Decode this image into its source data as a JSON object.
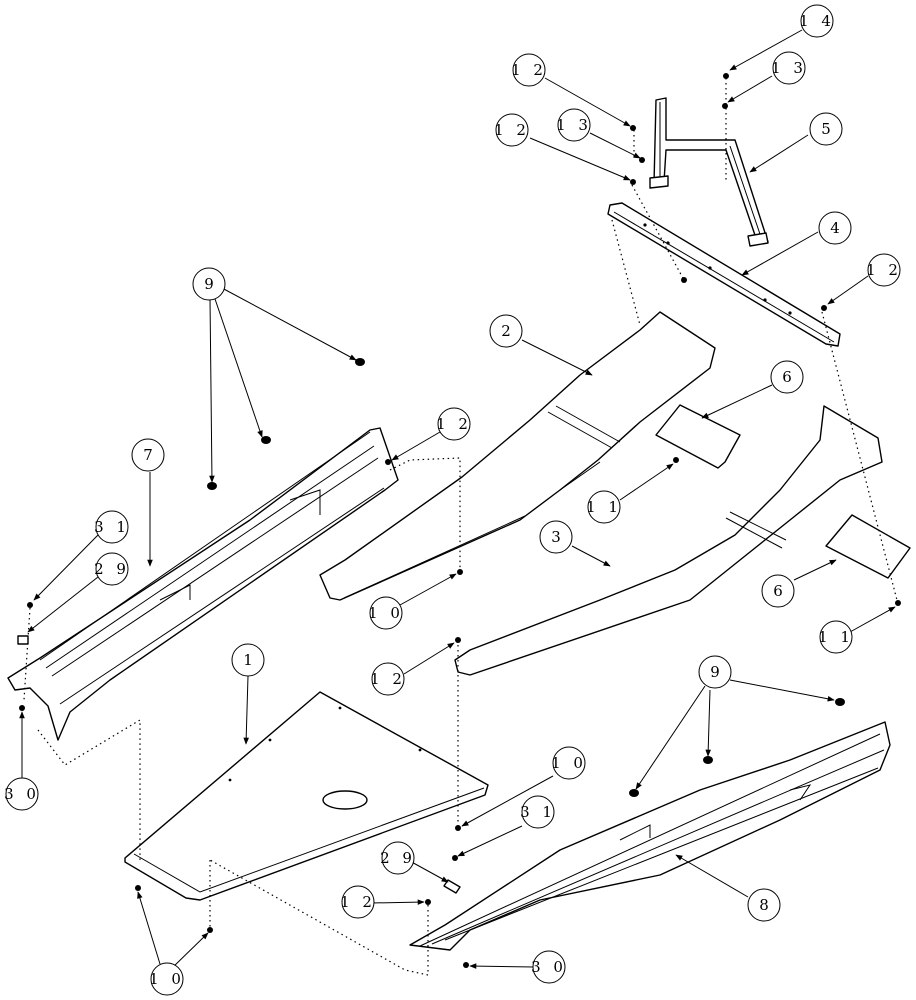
{
  "diagram": {
    "callouts": [
      {
        "id": "c14a",
        "label": "1 4"
      },
      {
        "id": "c13a",
        "label": "1 3"
      },
      {
        "id": "c12a",
        "label": "1 2"
      },
      {
        "id": "c13b",
        "label": "1 3"
      },
      {
        "id": "c12b",
        "label": "1 2"
      },
      {
        "id": "c5",
        "label": "5"
      },
      {
        "id": "c4",
        "label": "4"
      },
      {
        "id": "c12c",
        "label": "1 2"
      },
      {
        "id": "c9a",
        "label": "9"
      },
      {
        "id": "c2",
        "label": "2"
      },
      {
        "id": "c6a",
        "label": "6"
      },
      {
        "id": "c12d",
        "label": "1 2"
      },
      {
        "id": "c7",
        "label": "7"
      },
      {
        "id": "c11a",
        "label": "1 1"
      },
      {
        "id": "c31a",
        "label": "3 1"
      },
      {
        "id": "c29a",
        "label": "2 9"
      },
      {
        "id": "c3",
        "label": "3"
      },
      {
        "id": "c10a",
        "label": "1 0"
      },
      {
        "id": "c6b",
        "label": "6"
      },
      {
        "id": "c11b",
        "label": "1 1"
      },
      {
        "id": "c1",
        "label": "1"
      },
      {
        "id": "c12e",
        "label": "1 2"
      },
      {
        "id": "c9b",
        "label": "9"
      },
      {
        "id": "c30a",
        "label": "3 0"
      },
      {
        "id": "c10b",
        "label": "1 0"
      },
      {
        "id": "c31b",
        "label": "3 1"
      },
      {
        "id": "c29b",
        "label": "2 9"
      },
      {
        "id": "c12f",
        "label": "1 2"
      },
      {
        "id": "c8",
        "label": "8"
      },
      {
        "id": "c10c",
        "label": "1 0"
      },
      {
        "id": "c30b",
        "label": "3 0"
      }
    ]
  }
}
